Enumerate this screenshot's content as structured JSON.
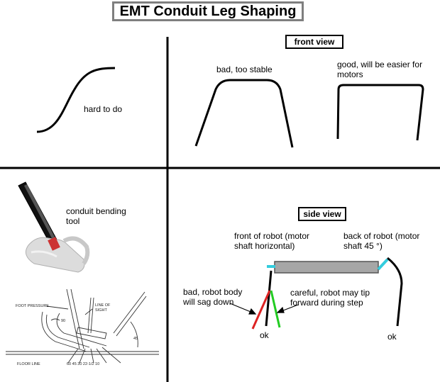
{
  "title": "EMT Conduit Leg Shaping",
  "front_view": {
    "tag": "front view",
    "bad_label": "bad, too stable",
    "good_label_line1": "good, will be easier for",
    "good_label_line2": "motors"
  },
  "curve_panel": {
    "label": "hard to do"
  },
  "tool_panel": {
    "label_line1": "conduit bending",
    "label_line2": "tool",
    "schematic_labels": {
      "foot_pressure": "FOOT PRESSURE",
      "line_of_sight_1": "LINE OF",
      "line_of_sight_2": "SIGHT",
      "floor_line": "FLOOR LINE",
      "angle_90": "90",
      "angle_45": "45",
      "scale": "60   45   30   22-1/2   10"
    }
  },
  "side_view": {
    "tag": "side view",
    "front_label_line1": "front of robot (motor",
    "front_label_line2": "shaft horizontal)",
    "back_label_line1": "back of robot (motor",
    "back_label_line2": "shaft 45 °)",
    "bad_label_line1": "bad, robot body",
    "bad_label_line2": "will sag down",
    "careful_label_line1": "careful, robot may tip",
    "careful_label_line2": "forward during step",
    "ok_left": "ok",
    "ok_right": "ok"
  },
  "colors": {
    "divider": "#000000",
    "title_border": "#7f7f7f",
    "robot_body": "#a6a6a6",
    "shaft": "#33ccdd",
    "bad_leg": "#dd2222",
    "careful_leg": "#22cc22"
  }
}
